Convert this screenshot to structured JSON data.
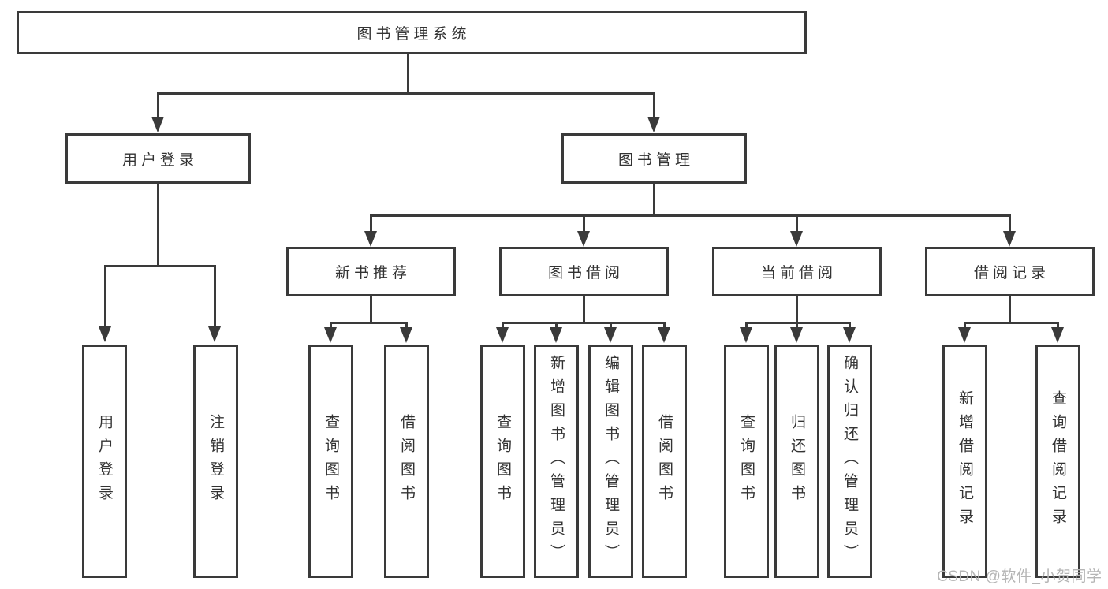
{
  "title": "图书管理系统",
  "watermark": "CSDN @软件_小贺同学",
  "colors": {
    "background": "#ffffff",
    "line": "#3a3a3a",
    "border": "#3a3a3a",
    "text": "#333333",
    "watermark": "#b5b5b5"
  },
  "tree": {
    "label": "图书管理系统",
    "children": [
      {
        "label": "用户登录",
        "children": [
          {
            "label": "用户登录"
          },
          {
            "label": "注销登录"
          }
        ]
      },
      {
        "label": "图书管理",
        "children": [
          {
            "label": "新书推荐",
            "children": [
              {
                "label": "查询图书"
              },
              {
                "label": "借阅图书"
              }
            ]
          },
          {
            "label": "图书借阅",
            "children": [
              {
                "label": "查询图书"
              },
              {
                "label": "新增图书（管理员）"
              },
              {
                "label": "编辑图书（管理员）"
              },
              {
                "label": "借阅图书"
              }
            ]
          },
          {
            "label": "当前借阅",
            "children": [
              {
                "label": "查询图书"
              },
              {
                "label": "归还图书"
              },
              {
                "label": "确认归还（管理员）"
              }
            ]
          },
          {
            "label": "借阅记录",
            "children": [
              {
                "label": "新增借阅记录"
              },
              {
                "label": "查询借阅记录"
              }
            ]
          }
        ]
      }
    ]
  }
}
